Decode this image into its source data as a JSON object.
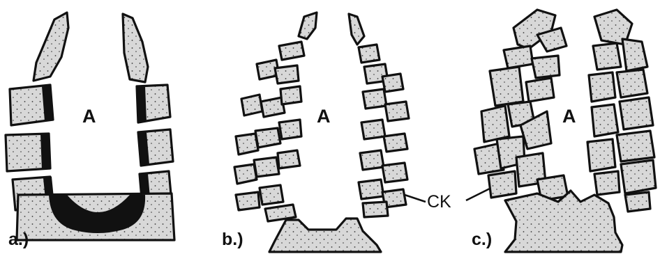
{
  "panels": [
    {
      "id": "a",
      "label": "a.)",
      "cavity": "A"
    },
    {
      "id": "b",
      "label": "b.)",
      "cavity": "A"
    },
    {
      "id": "c",
      "label": "c.)",
      "cavity": "A"
    }
  ],
  "callout": {
    "text": "CK"
  },
  "colors": {
    "ink": "#111111",
    "fill": "#d8d8d8",
    "background": "#ffffff"
  }
}
